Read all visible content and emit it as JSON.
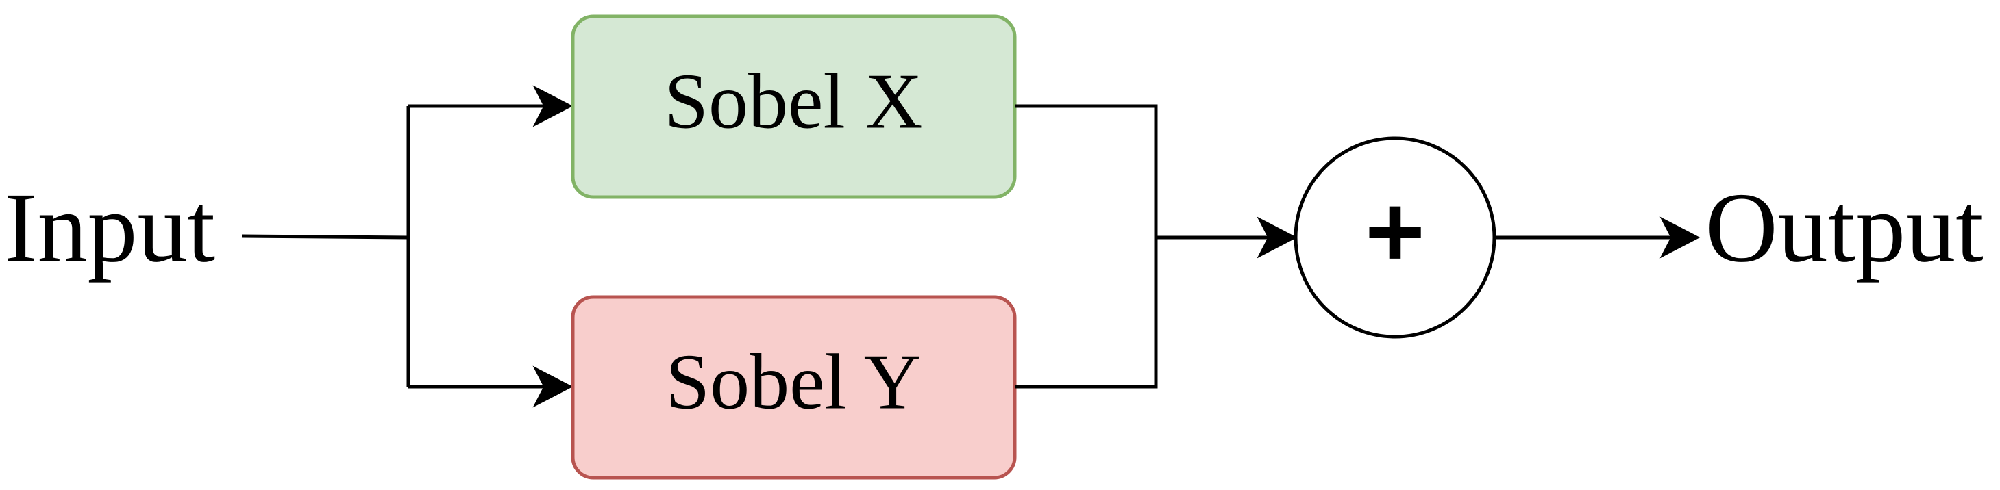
{
  "input": {
    "label": "Input"
  },
  "output": {
    "label": "Output"
  },
  "sobel_x": {
    "label": "Sobel X",
    "fill": "#d5e8d4",
    "stroke": "#82b366"
  },
  "sobel_y": {
    "label": "Sobel Y",
    "fill": "#f8cecc",
    "stroke": "#b85450"
  },
  "sum": {
    "symbol": "+",
    "fill": "#ffffff",
    "stroke": "#000000"
  },
  "line_color": "#000000"
}
